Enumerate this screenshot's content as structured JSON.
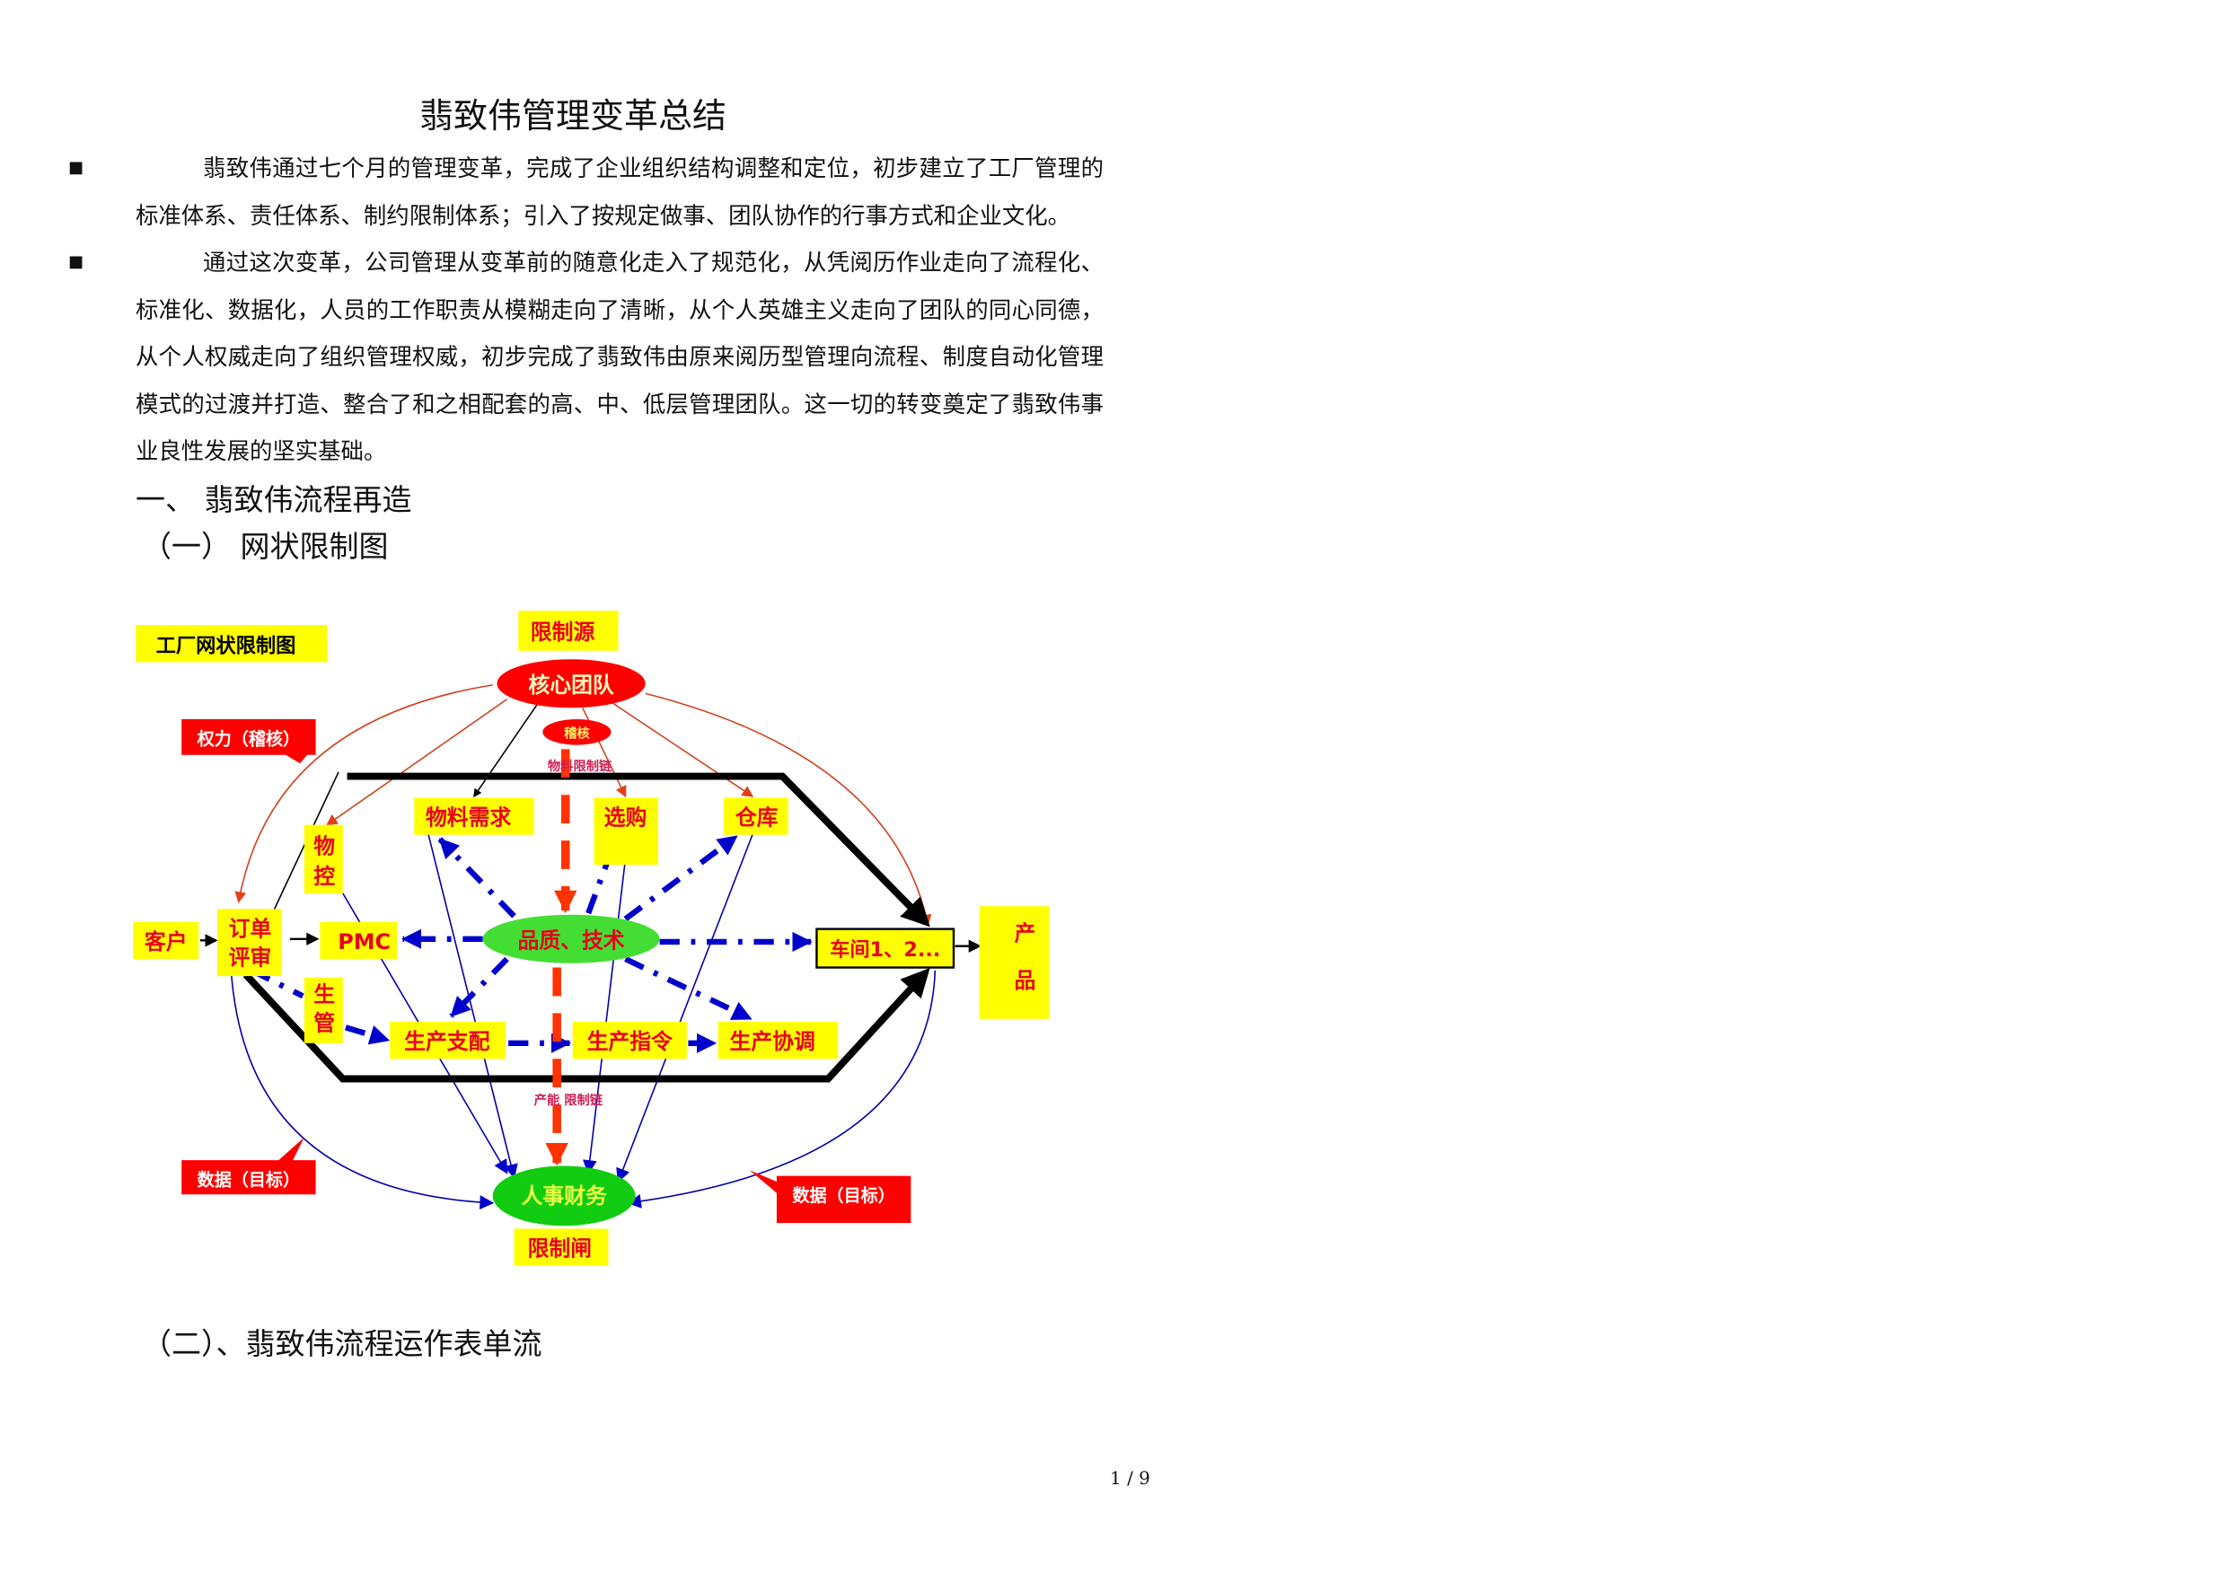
{
  "document": {
    "title": "翡致伟管理变革总结",
    "bullet_icon": "black-square",
    "paragraphs": [
      "翡致伟通过七个月的管理变革，完成了企业组织结构调整和定位，初步建立了工厂管理的标准体系、责任体系、制约限制体系；引入了按规定做事、团队协作的行事方式和企业文化。",
      "通过这次变革，公司管理从变革前的随意化走入了规范化，从凭阅历作业走向了流程化、标准化、数据化，人员的工作职责从模糊走向了清晰，从个人英雄主义走向了团队的同心同德，从个人权威走向了组织管理权威，初步完成了翡致伟由原来阅历型管理向流程、制度自动化管理模式的过渡并打造、整合了和之相配套的高、中、低层管理团队。这一切的转变奠定了翡致伟事业良性发展的坚实基础。"
    ],
    "section1": "一、 翡致伟流程再造",
    "section1_sub1": "（一） 网状限制图",
    "section1_sub2": "（二）、翡致伟流程运作表单流",
    "page_indicator": "1 / 9"
  },
  "diagram": {
    "title": "工厂网状限制图",
    "source_label": "限制源",
    "core_team": "核心团队",
    "audit_bubble": "稽核",
    "material_chain": "物料限制链",
    "power_callout": "权力（稽核）",
    "material_demand": "物料需求",
    "purchasing": "选购",
    "warehouse": "仓库",
    "material_control": "物控",
    "customer": "客户",
    "order_review": [
      "订单",
      "评审"
    ],
    "pmc": "PMC",
    "quality_tech": "品质、技术",
    "workshop": "车间1、2...",
    "product": [
      "产",
      "品"
    ],
    "production_mgmt": [
      "生",
      "管"
    ],
    "production_dispatch": "生产支配",
    "production_order": "生产指令",
    "production_coord": "生产协调",
    "capacity_chain": "产能  限制链",
    "hr_finance": "人事财务",
    "gate_label": "限制闸",
    "data_callout_left": "数据（目标）",
    "data_callout_right": "数据（目标）",
    "colors": {
      "yellow": "#ffff00",
      "red": "#ff0000",
      "green": "#33cc33",
      "blue": "#0000cc",
      "label_red": "#e8001c"
    }
  }
}
